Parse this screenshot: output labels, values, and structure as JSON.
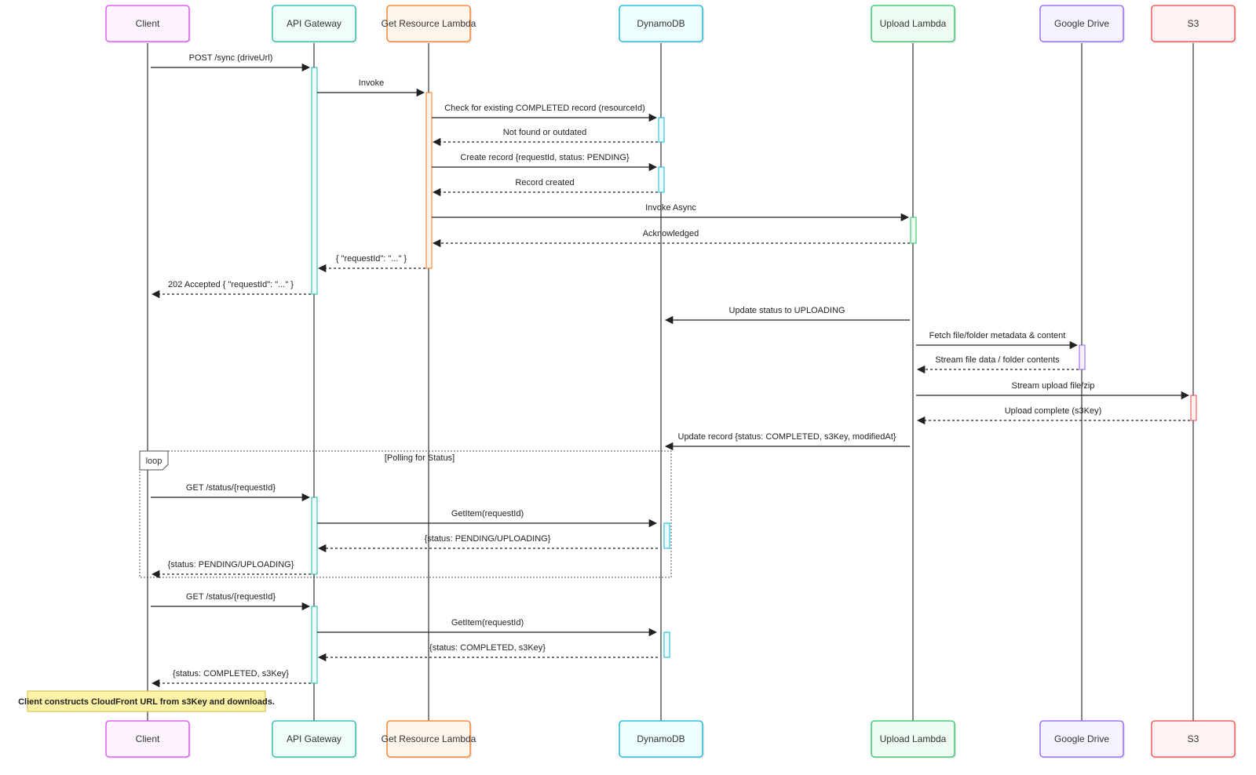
{
  "participants": [
    {
      "id": "client",
      "label": "Client",
      "color": "#d946ef",
      "fill": "#fdf4ff"
    },
    {
      "id": "apigw",
      "label": "API Gateway",
      "color": "#14b8a6",
      "fill": "#f0fdfa"
    },
    {
      "id": "getres",
      "label": "Get Resource Lambda",
      "color": "#f97316",
      "fill": "#fff7ed"
    },
    {
      "id": "dynamo",
      "label": "DynamoDB",
      "color": "#06b6d4",
      "fill": "#ecfeff"
    },
    {
      "id": "upload",
      "label": "Upload Lambda",
      "color": "#22c55e",
      "fill": "#f0fdf4"
    },
    {
      "id": "gdrive",
      "label": "Google Drive",
      "color": "#8b5cf6",
      "fill": "#f5f3ff"
    },
    {
      "id": "s3",
      "label": "S3",
      "color": "#ef4444",
      "fill": "#fef2f2"
    }
  ],
  "messages": [
    {
      "from": "client",
      "to": "apigw",
      "label": "POST /sync (driveUrl)",
      "style": "solid"
    },
    {
      "from": "apigw",
      "to": "getres",
      "label": "Invoke",
      "style": "solid"
    },
    {
      "from": "getres",
      "to": "dynamo",
      "label": "Check for existing COMPLETED record (resourceId)",
      "style": "solid"
    },
    {
      "from": "dynamo",
      "to": "getres",
      "label": "Not found or outdated",
      "style": "dashed"
    },
    {
      "from": "getres",
      "to": "dynamo",
      "label": "Create record {requestId, status: PENDING}",
      "style": "solid"
    },
    {
      "from": "dynamo",
      "to": "getres",
      "label": "Record created",
      "style": "dashed"
    },
    {
      "from": "getres",
      "to": "upload",
      "label": "Invoke Async",
      "style": "solid"
    },
    {
      "from": "upload",
      "to": "getres",
      "label": "Acknowledged",
      "style": "dashed"
    },
    {
      "from": "getres",
      "to": "apigw",
      "label": "{ \"requestId\": \"...\" }",
      "style": "dashed"
    },
    {
      "from": "apigw",
      "to": "client",
      "label": "202 Accepted { \"requestId\": \"...\" }",
      "style": "dashed"
    },
    {
      "from": "upload",
      "to": "dynamo",
      "label": "Update status to UPLOADING",
      "style": "solid"
    },
    {
      "from": "upload",
      "to": "gdrive",
      "label": "Fetch file/folder metadata & content",
      "style": "solid"
    },
    {
      "from": "gdrive",
      "to": "upload",
      "label": "Stream file data / folder contents",
      "style": "dashed"
    },
    {
      "from": "upload",
      "to": "s3",
      "label": "Stream upload file/zip",
      "style": "solid"
    },
    {
      "from": "s3",
      "to": "upload",
      "label": "Upload complete (s3Key)",
      "style": "dashed"
    },
    {
      "from": "upload",
      "to": "dynamo",
      "label": "Update record {status: COMPLETED, s3Key, modifiedAt}",
      "style": "solid"
    },
    {
      "from": "client",
      "to": "apigw",
      "label": "GET /status/{requestId}",
      "style": "solid"
    },
    {
      "from": "apigw",
      "to": "dynamo",
      "label": "GetItem(requestId)",
      "style": "solid"
    },
    {
      "from": "dynamo",
      "to": "apigw",
      "label": "{status: PENDING/UPLOADING}",
      "style": "dashed"
    },
    {
      "from": "apigw",
      "to": "client",
      "label": "{status: PENDING/UPLOADING}",
      "style": "dashed"
    },
    {
      "from": "client",
      "to": "apigw",
      "label": "GET /status/{requestId}",
      "style": "solid"
    },
    {
      "from": "apigw",
      "to": "dynamo",
      "label": "GetItem(requestId)",
      "style": "solid"
    },
    {
      "from": "dynamo",
      "to": "apigw",
      "label": "{status: COMPLETED, s3Key}",
      "style": "dashed"
    },
    {
      "from": "apigw",
      "to": "client",
      "label": "{status: COMPLETED, s3Key}",
      "style": "dashed"
    }
  ],
  "loop": {
    "tag": "loop",
    "condition": "[Polling for Status]"
  },
  "note": {
    "text": "Client constructs CloudFront URL from s3Key and downloads."
  },
  "colors": {
    "line": "#222222",
    "lifeline": "#333333",
    "note_fill": "#fff3a8",
    "note_stroke": "#d6b43a",
    "loop_stroke": "#555555"
  }
}
